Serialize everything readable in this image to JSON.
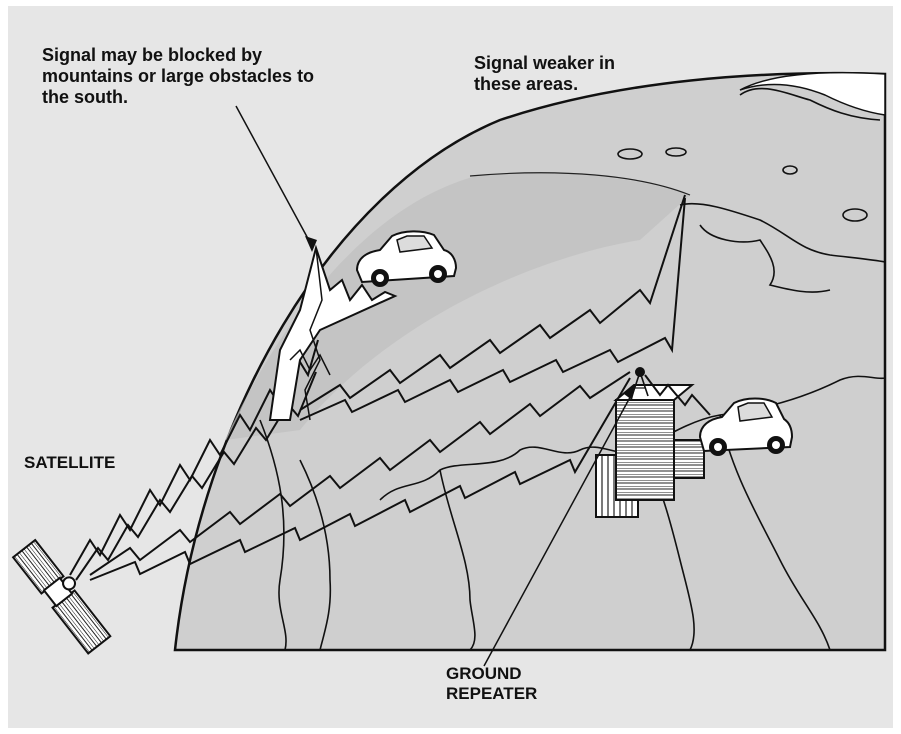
{
  "labels": {
    "blocked": "Signal may be blocked by\nmountains or large obstacles to\nthe south.",
    "weaker": "Signal weaker in\nthese areas.",
    "satellite": "SATELLITE",
    "repeater": "GROUND\nREPEATER"
  },
  "colors": {
    "panel": "#e6e6e6",
    "earth": "#cfcfcf",
    "earth_shadow": "#bdbdbd",
    "line": "#111111",
    "white": "#ffffff"
  },
  "icons": {
    "satellite": "satellite-icon",
    "car_top": "car-icon",
    "car_city": "car-icon",
    "mountain": "mountain-icon",
    "buildings": "buildings-icon",
    "antenna": "antenna-icon"
  }
}
